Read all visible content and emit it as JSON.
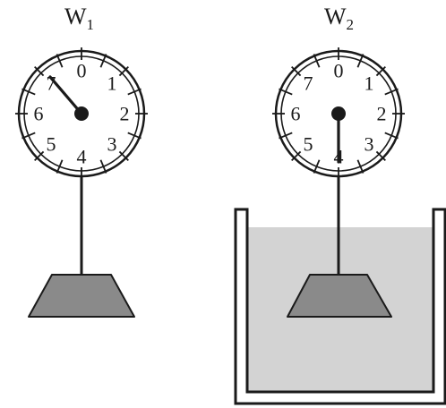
{
  "scales": [
    {
      "label": "W",
      "subscript": "1",
      "dial_numbers": [
        "0",
        "1",
        "2",
        "3",
        "4",
        "5",
        "6",
        "7"
      ],
      "reading": 7.1,
      "submerged": false
    },
    {
      "label": "W",
      "subscript": "2",
      "dial_numbers": [
        "0",
        "1",
        "2",
        "3",
        "4",
        "5",
        "6",
        "7"
      ],
      "reading": 4.0,
      "submerged": true
    }
  ],
  "colors": {
    "ink": "#1a1a1a",
    "weight_fill": "#8a8a8a",
    "water_fill": "#d3d3d3",
    "background": "#ffffff"
  }
}
